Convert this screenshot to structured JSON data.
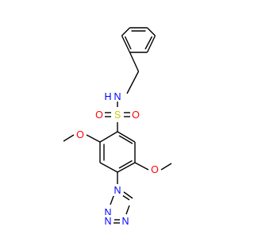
{
  "molecule": {
    "colors": {
      "carbon_bond": "#000000",
      "nitrogen": "#0000ff",
      "oxygen": "#ff0000",
      "sulfur": "#cccc00",
      "background": "#ffffff"
    },
    "labels": {
      "nh": "N",
      "nh_h": "H",
      "sulfur": "S",
      "sulfonyl_o_left": "O",
      "sulfonyl_o_right": "O",
      "methoxy_o_left": "O",
      "methoxy_o_right": "O",
      "tetrazole_n1": "N",
      "tetrazole_n2": "N",
      "tetrazole_n3": "N",
      "tetrazole_n4": "N"
    }
  }
}
